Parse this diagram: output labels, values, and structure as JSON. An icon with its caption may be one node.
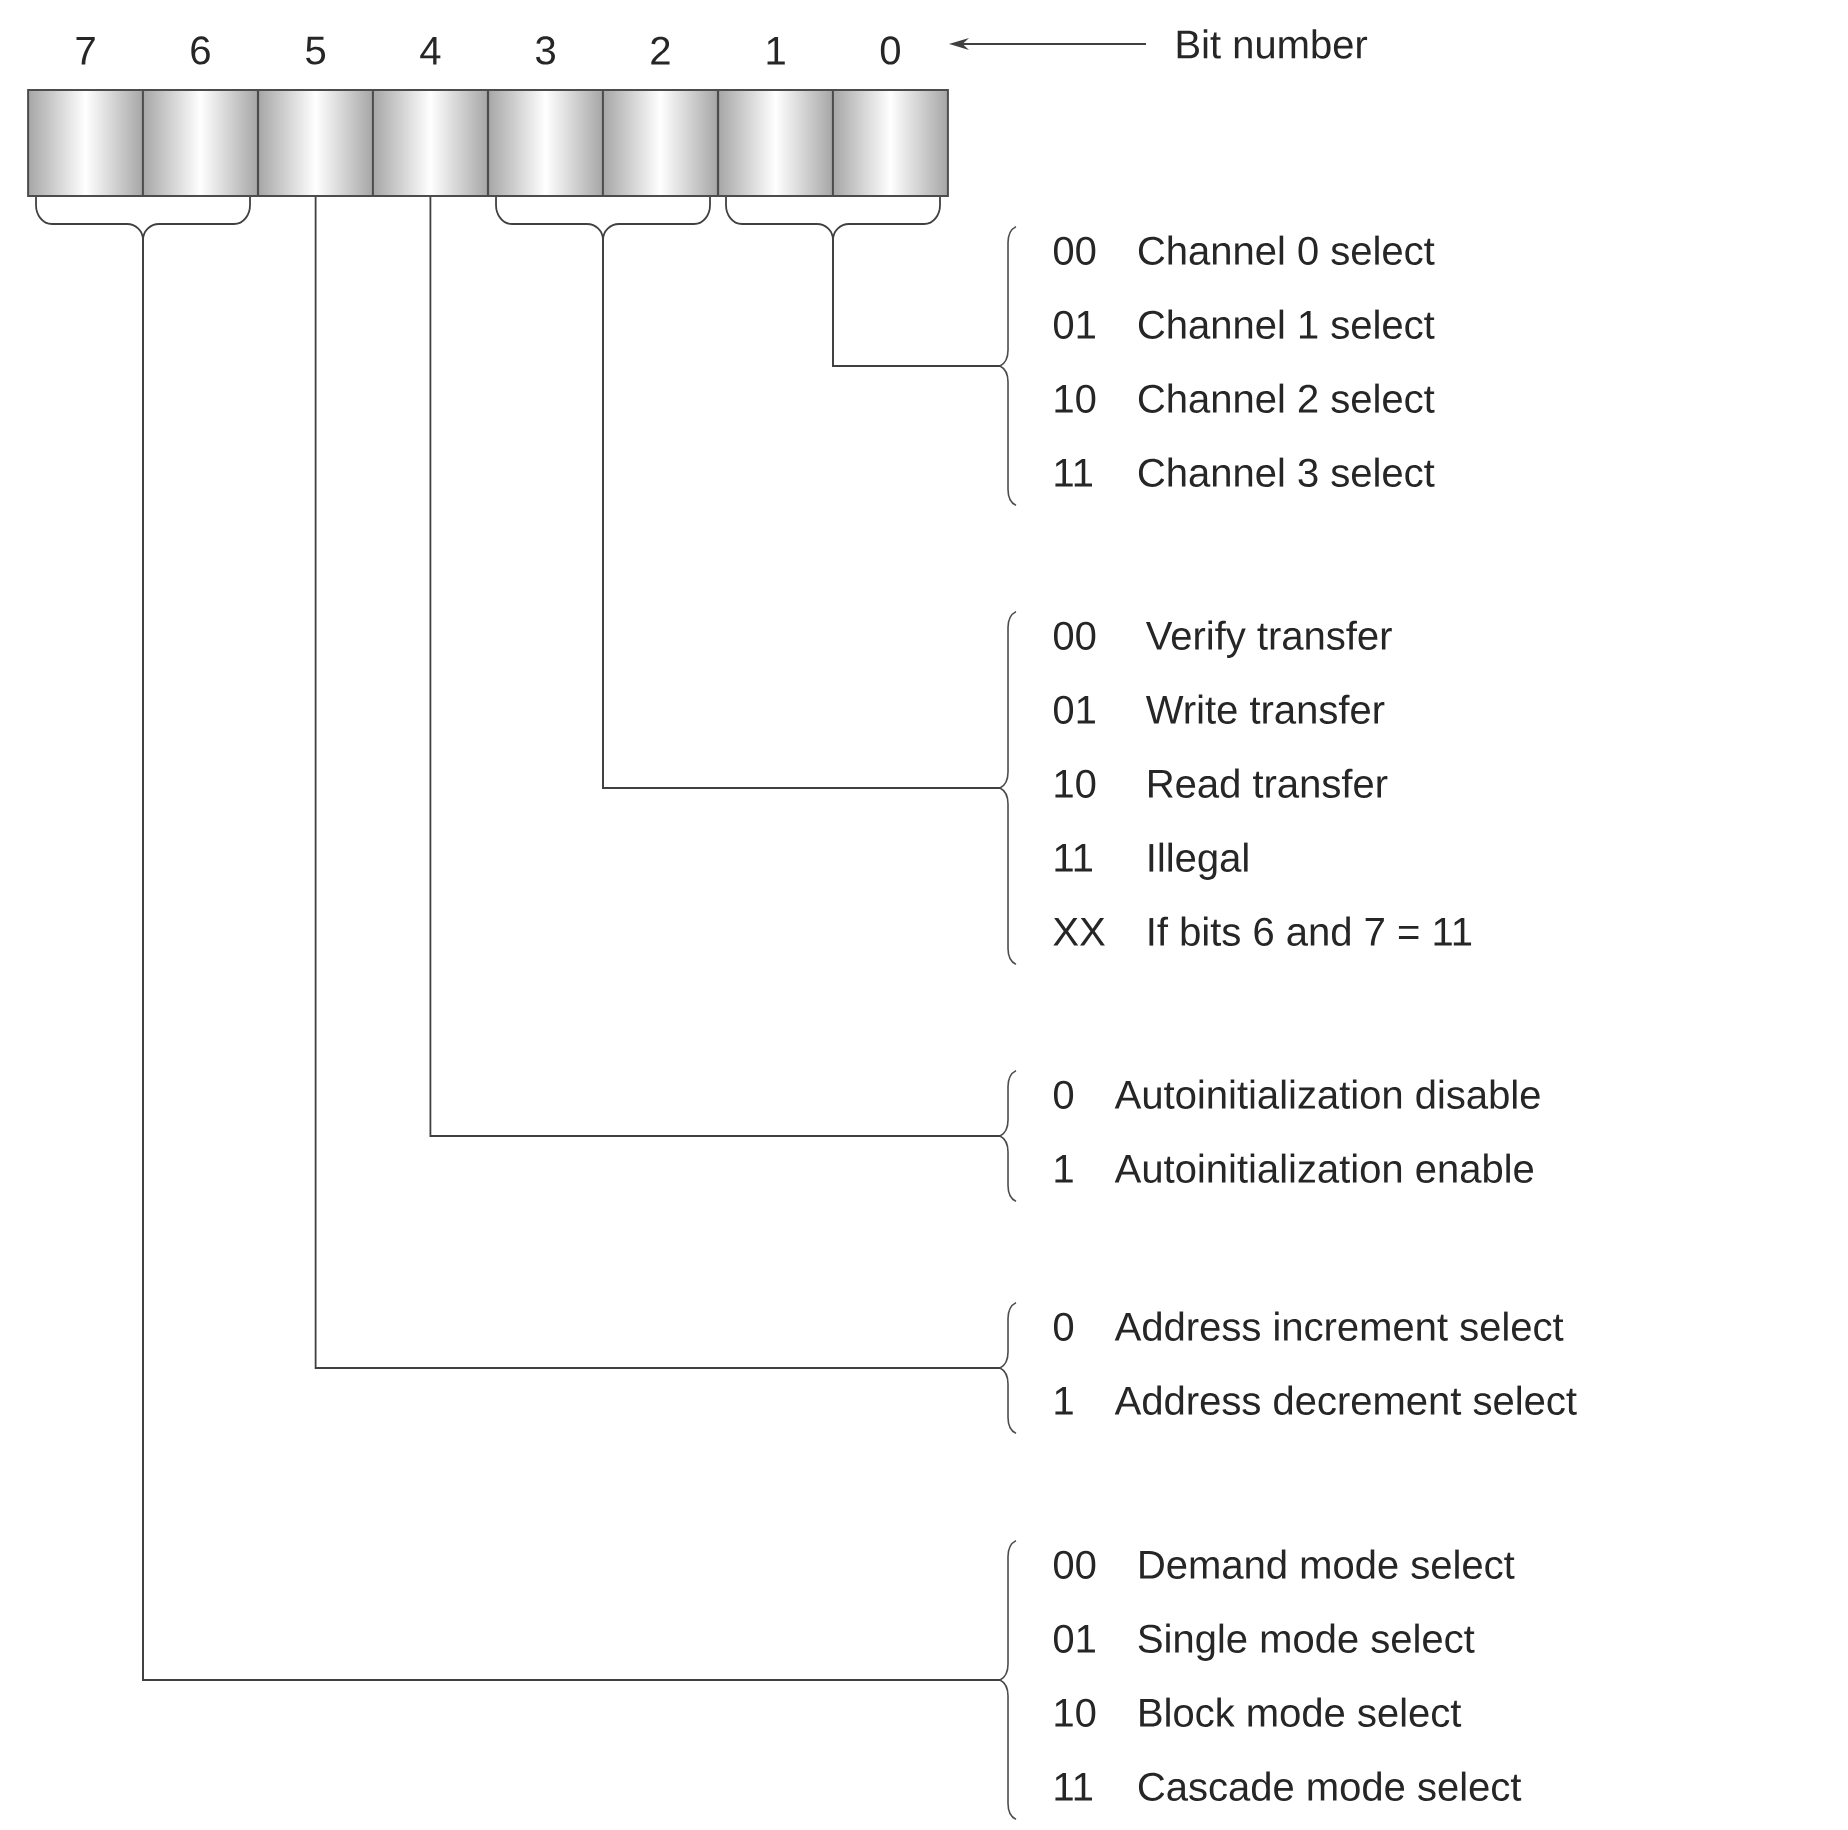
{
  "diagram": {
    "nodes": [
      {
        "text": [
          "7"
        ]
      },
      {
        "text": [
          "6"
        ]
      },
      {
        "text": [
          "5"
        ]
      },
      {
        "text": [
          "4"
        ]
      },
      {
        "text": [
          "3"
        ]
      },
      {
        "text": [
          "2"
        ]
      },
      {
        "text": [
          "1"
        ]
      },
      {
        "text": [
          "0"
        ]
      },
      {
        "text": [
          "Bit number"
        ]
      },
      {
        "text": [
          "00",
          "Channel 0 select",
          "01",
          "Channel 1 select",
          "10",
          "Channel 2 select",
          "11",
          "Channel 3 select"
        ]
      },
      {
        "text": [
          "00",
          "Verify transfer",
          "01",
          "Write transfer",
          "10",
          "Read transfer",
          "11",
          "Illegal",
          "XX",
          "If bits 6 and 7 = 11"
        ]
      },
      {
        "text": [
          "0",
          "Autoinitialization disable",
          "1",
          "Autoinitialization enable"
        ]
      },
      {
        "text": [
          "0",
          "Address increment select",
          "1",
          "Address decrement select"
        ]
      },
      {
        "text": [
          "00",
          "Demand mode select",
          "01",
          "Single mode select",
          "10",
          "Block mode select",
          "11",
          "Cascade mode select"
        ]
      }
    ],
    "edges": [
      {
        "from": 8,
        "to": 7,
        "arrow": "to"
      },
      {
        "from": 6,
        "to": 9,
        "arrow": "none"
      },
      {
        "from": 7,
        "to": 9,
        "arrow": "none"
      },
      {
        "from": 4,
        "to": 10,
        "arrow": "none"
      },
      {
        "from": 5,
        "to": 10,
        "arrow": "none"
      },
      {
        "from": 3,
        "to": 11,
        "arrow": "none"
      },
      {
        "from": 2,
        "to": 12,
        "arrow": "none"
      },
      {
        "from": 0,
        "to": 13,
        "arrow": "none"
      },
      {
        "from": 1,
        "to": 13,
        "arrow": "none"
      }
    ]
  }
}
